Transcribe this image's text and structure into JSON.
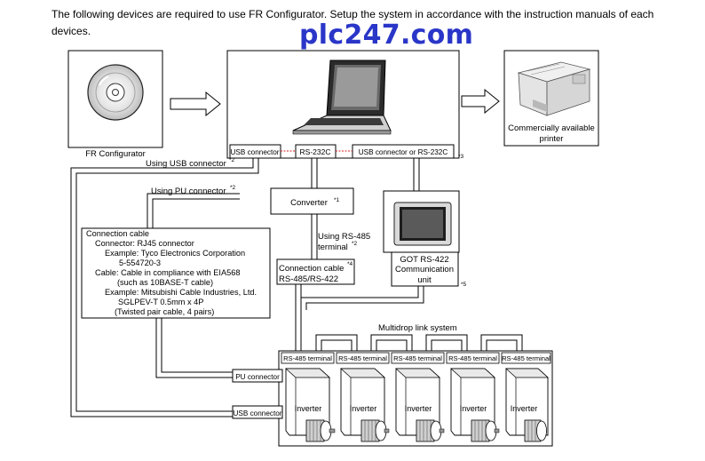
{
  "intro": "The following devices are required to use FR Configurator. Setup the system in accordance with the instruction manuals of each devices.",
  "watermark": "plc247.com",
  "software": {
    "label": "FR Configurator"
  },
  "printer": {
    "line1": "Commercially available",
    "line2": "printer"
  },
  "pc_ports": {
    "usb": "USB connector",
    "rs232c": "RS-232C",
    "usb_or_rs232c": "USB connector or RS-232C",
    "note3": "*3"
  },
  "paths": {
    "using_usb": "Using USB connector",
    "using_usb_note": "*2",
    "using_pu": "Using PU connector",
    "using_pu_note": "*2",
    "rs485_line1": "Using RS-485",
    "rs485_line2": "terminal",
    "rs485_note": "*2"
  },
  "converter": {
    "label": "Converter",
    "note": "*1"
  },
  "got": {
    "line1": "GOT RS-422",
    "line2": "Communication",
    "line3": "unit",
    "note": "*5"
  },
  "connection_cable_box": {
    "line1": "Connection cable",
    "line2": "RS-485/RS-422",
    "note": "*4"
  },
  "cable_spec": {
    "lines": [
      "Connection cable",
      "Connector: RJ45 connector",
      "Example: Tyco Electronics Corporation",
      "5-554720-3",
      "Cable: Cable in compliance with EIA568",
      "(such as 10BASE-T cable)",
      "Example: Mitsubishi Cable Industries, Ltd.",
      "SGLPEV-T 0.5mm x 4P",
      "(Twisted pair cable, 4 pairs)"
    ]
  },
  "multidrop_label": "Multidrop link system",
  "inverters": {
    "terminal_label": "RS-485 terminal",
    "unit_label": "Inverter",
    "pu_connector": "PU connector",
    "usb_connector": "USB connector"
  }
}
